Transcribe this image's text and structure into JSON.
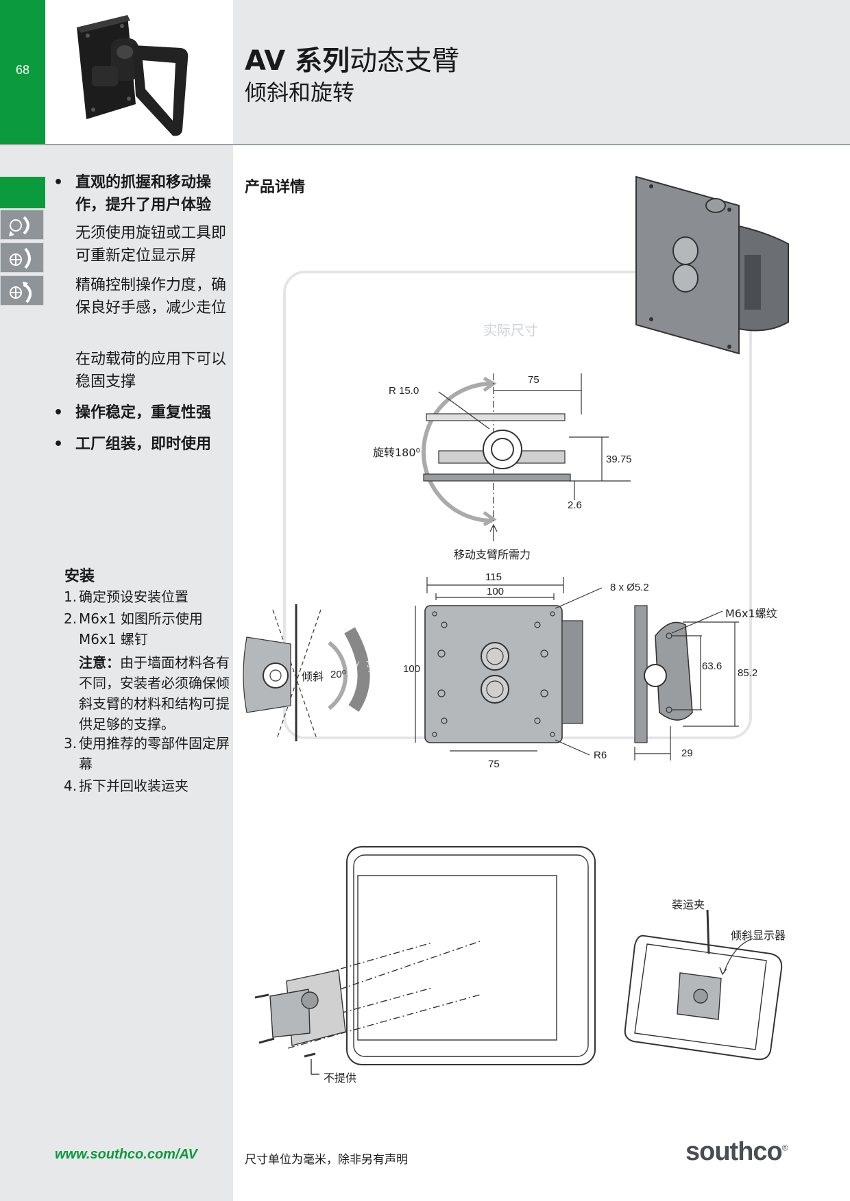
{
  "page": {
    "number": "68",
    "title_bold": "AV 系列",
    "title_rest": "动态支臂",
    "subtitle": "倾斜和旋转"
  },
  "features": [
    {
      "kind": "bullet",
      "text": "直观的抓握和移动操作，提升了用户体验"
    },
    {
      "kind": "plain",
      "text": "无须使用旋钮或工具即可重新定位显示屏"
    },
    {
      "kind": "plain",
      "text": "精确控制操作力度，确保良好手感，减少走位"
    },
    {
      "kind": "plain",
      "text": "在动载荷的应用下可以稳固支撑"
    },
    {
      "kind": "bullet",
      "text": "操作稳定，重复性强"
    },
    {
      "kind": "bullet",
      "text": "工厂组装，即时使用"
    }
  ],
  "feature_icons": [
    "swivel-icon",
    "tilt-icon",
    "rotate-icon"
  ],
  "install": {
    "title": "安装",
    "steps": [
      {
        "num": "1.",
        "text": "确定预设安装位置"
      },
      {
        "num": "2.",
        "text": "M6x1 如图所示使用 M6x1 螺钉"
      },
      {
        "num": "3.",
        "text": "使用推荐的零部件固定屏幕"
      },
      {
        "num": "4.",
        "text": "拆下并回收装运夹"
      }
    ],
    "note_label": "注意：",
    "note_text": "由于墙面材料各有不同，安装者必须确保倾斜支臂的材料和结构可提供足够的支撑。"
  },
  "details": {
    "title": "产品详情",
    "watermark": "实际尺寸",
    "top_view": {
      "radius": "R 15.0",
      "width": "75",
      "rotation": "旋转180⁰",
      "height": "39.75",
      "plate": "2.6",
      "force_label": "移动支臂所需力"
    },
    "front_view": {
      "outer_width": "115",
      "inner_width": "100",
      "holes": "8 x Ø5.2",
      "height": "100",
      "bottom_width": "75",
      "corner_radius": "R6"
    },
    "side_view": {
      "thread": "M6x1螺纹",
      "inner_height": "63.6",
      "outer_height": "85.2",
      "depth": "29"
    },
    "tilt_view": {
      "label": "倾斜",
      "angle": "20⁰",
      "arrow_up": "向上",
      "arrow_down": "向下"
    },
    "assembly": {
      "not_supplied": "不提供",
      "shipping_clip": "装运夹",
      "tilt_display": "倾斜显示器"
    }
  },
  "footer": {
    "url": "www.southco.com/AV",
    "note": "尺寸单位为毫米，除非另有声明",
    "brand": "southco",
    "brand_mark": "®"
  }
}
